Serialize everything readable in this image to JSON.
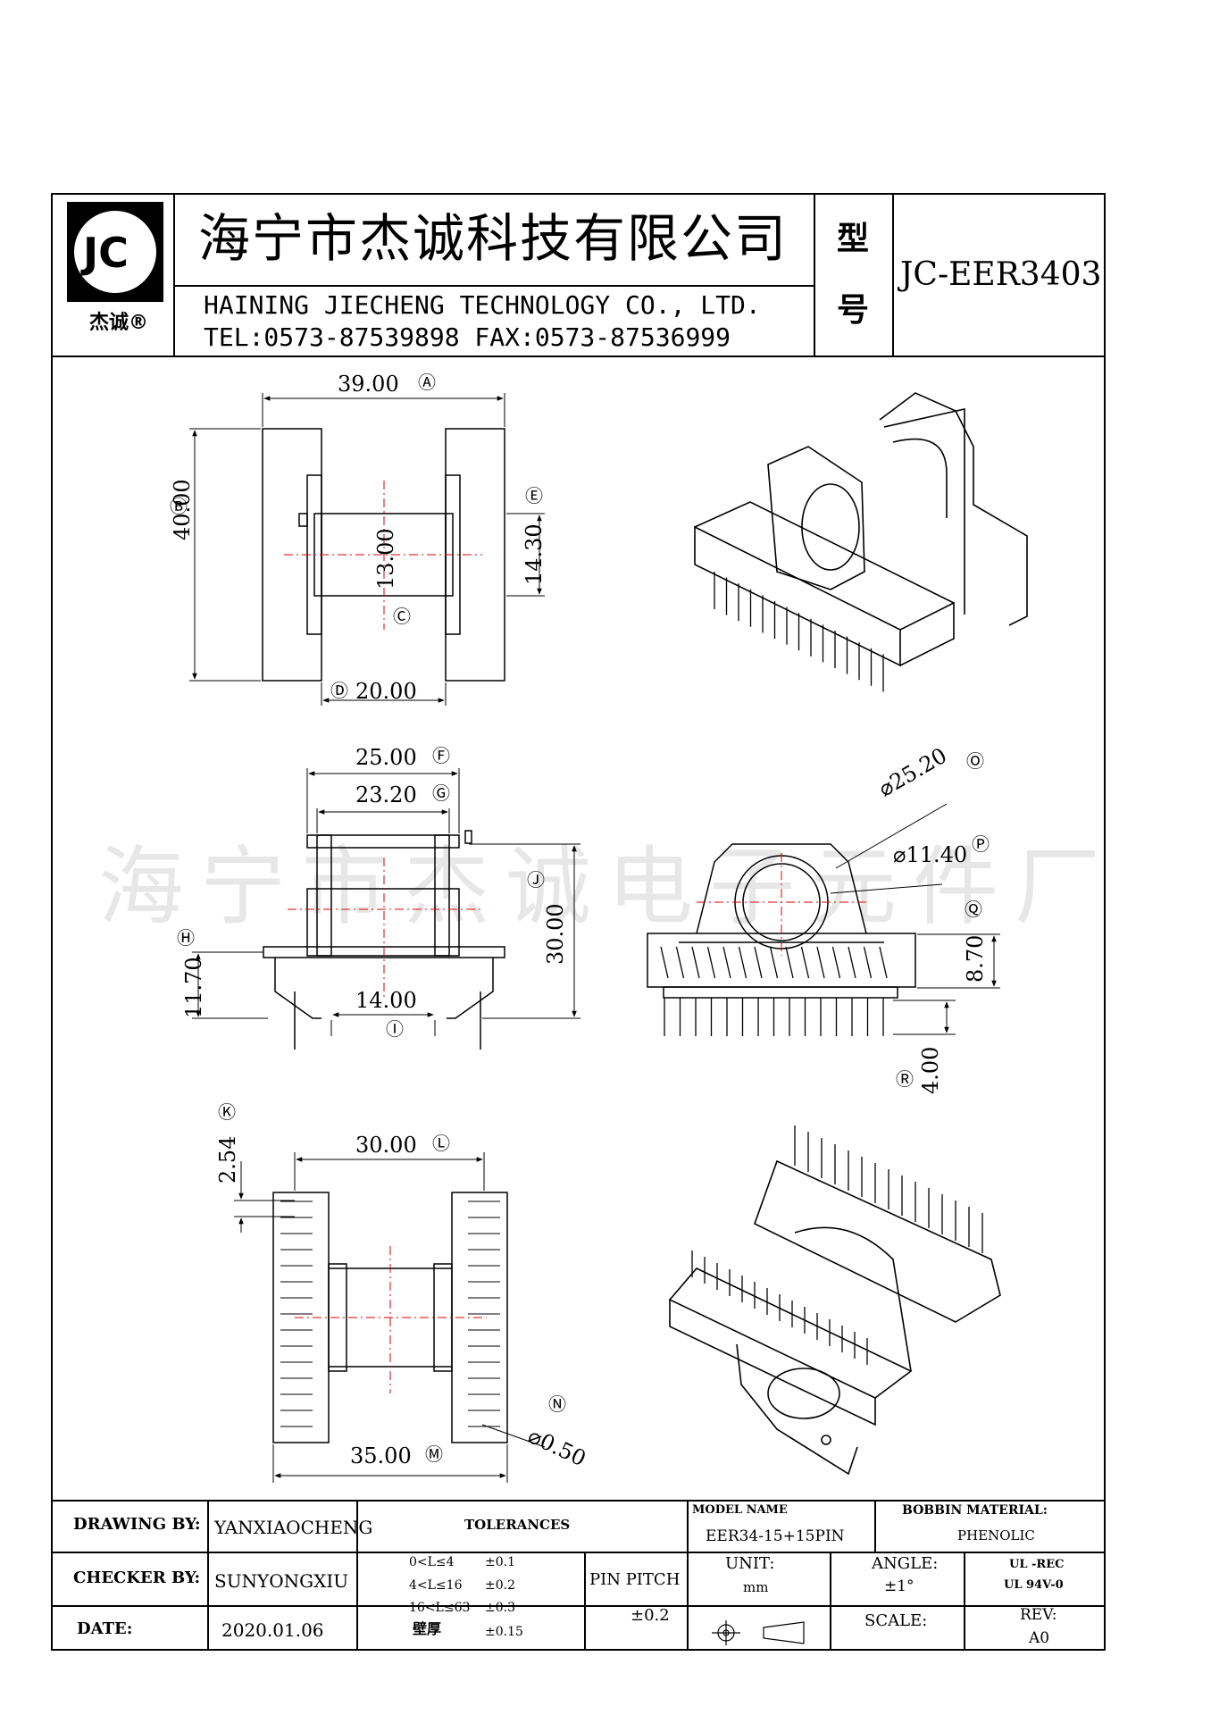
{
  "header": {
    "logo_text": "JC",
    "logo_caption": "杰诚®",
    "company_cn": "海宁市杰诚科技有限公司",
    "company_en": "HAINING JIECHENG TECHNOLOGY CO., LTD.",
    "contact": "TEL:0573-87539898   FAX:0573-87536999",
    "type_label_1": "型",
    "type_label_2": "号",
    "part_number": "JC-EER3403"
  },
  "dimensions": {
    "A": "39.00",
    "B": "40.00",
    "C": "13.00",
    "D": "20.00",
    "E": "14.30",
    "F": "25.00",
    "G": "23.20",
    "H": "11.70",
    "I": "14.00",
    "J": "30.00",
    "O": "⌀25.20",
    "P": "⌀11.40",
    "Q": "8.70",
    "R": "4.00",
    "K": "2.54",
    "L": "30.00",
    "M": "35.00",
    "N": "⌀0.50"
  },
  "markers": {
    "A": "Ⓐ",
    "B": "Ⓑ",
    "C": "Ⓒ",
    "D": "Ⓓ",
    "E": "Ⓔ",
    "F": "Ⓕ",
    "G": "Ⓖ",
    "H": "Ⓗ",
    "I": "Ⓘ",
    "J": "Ⓙ",
    "K": "Ⓚ",
    "L": "Ⓛ",
    "M": "Ⓜ",
    "N": "Ⓝ",
    "O": "Ⓞ",
    "P": "Ⓟ",
    "Q": "Ⓠ",
    "R": "Ⓡ"
  },
  "watermark": "海宁市杰诚电子元件厂",
  "title_block": {
    "drawing_by_label": "DRAWING  BY:",
    "drawing_by": "YANXIAOCHENG",
    "checker_by_label": "CHECKER  BY:",
    "checker_by": "SUNYONGXIU",
    "date_label": "DATE:",
    "date": "2020.01.06",
    "tolerances_label": "TOLERANCES",
    "tol_1_range": "0<L≤4",
    "tol_1_value": "±0.1",
    "tol_2_range": "4<L≤16",
    "tol_2_value": "±0.2",
    "tol_3_range": "16<L≤63",
    "tol_3_value": "±0.3",
    "tol_4_range": "壁厚",
    "tol_4_value": "±0.15",
    "pin_pitch_label": "PIN PITCH",
    "pin_pitch_value": "±0.2",
    "model_name_label": "MODEL NAME",
    "model_name": "EER34-15+15PIN",
    "bobbin_material_label": "BOBBIN MATERIAL:",
    "bobbin_material": "PHENOLIC",
    "unit_label": "UNIT:",
    "unit_value": "mm",
    "angle_label": "ANGLE:",
    "angle_value": "±1°",
    "ul_1": "UL -REC",
    "ul_2": "UL  94V-0",
    "scale_label": "SCALE:",
    "rev_label": "REV:",
    "rev_value": "A0"
  }
}
